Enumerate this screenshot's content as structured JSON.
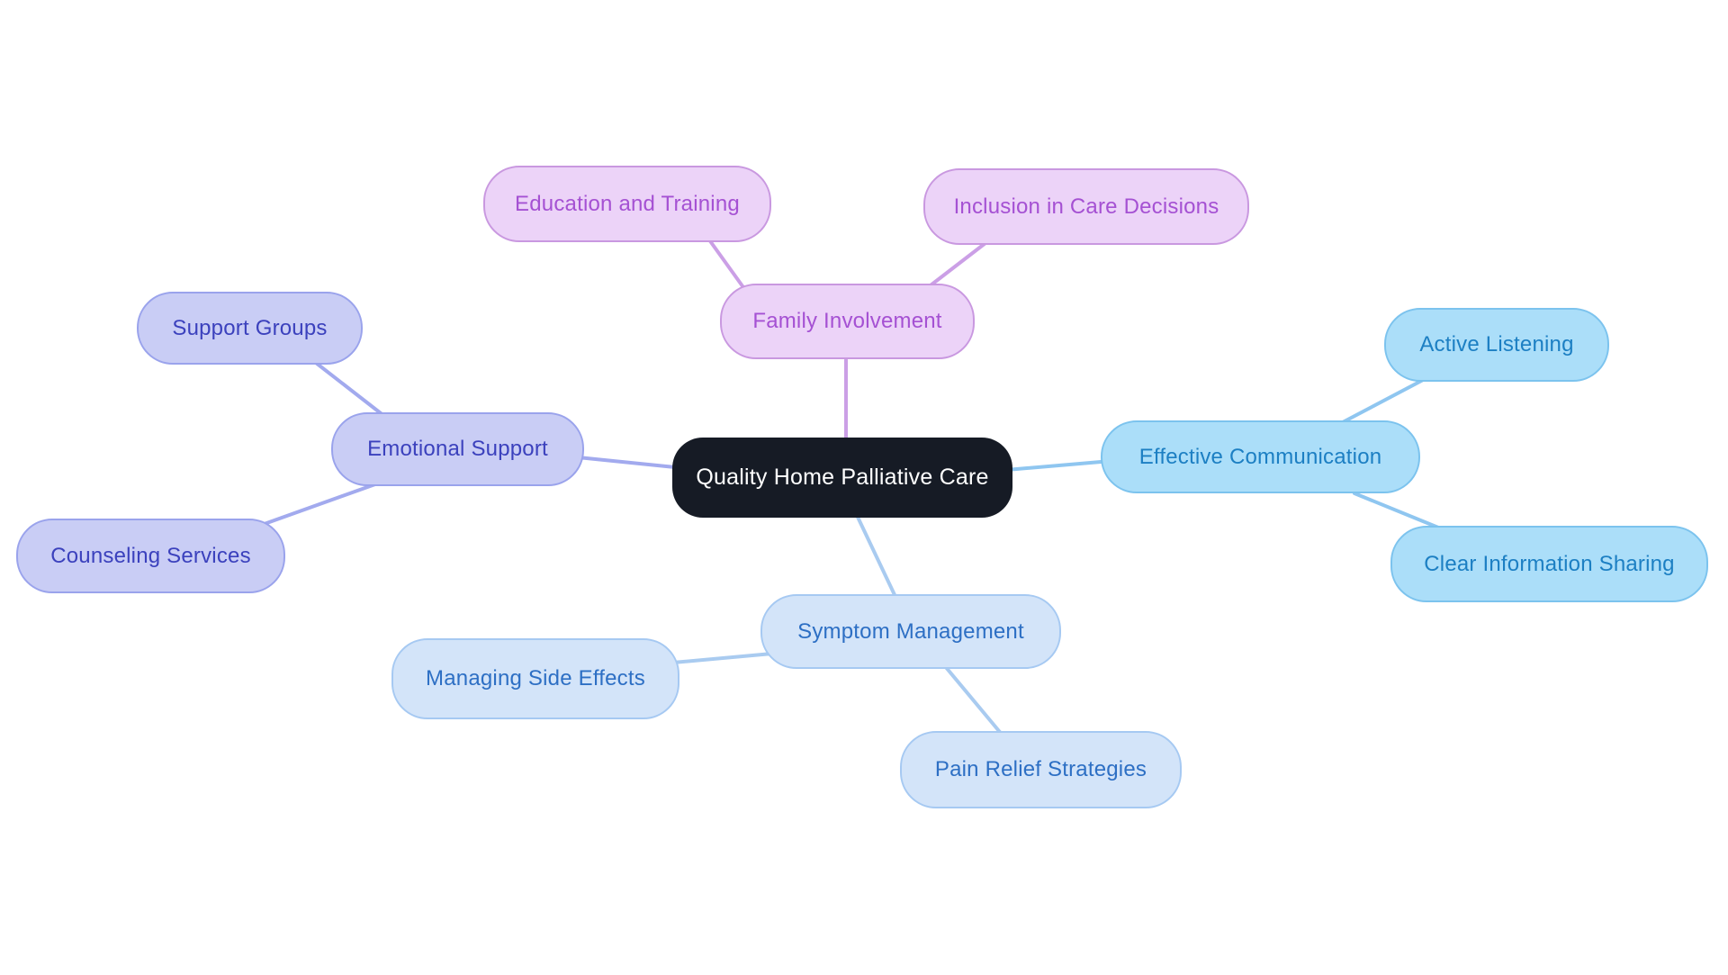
{
  "diagram": {
    "type": "mind-map",
    "background": "#ffffff",
    "center": {
      "label": "Quality Home Palliative Care",
      "fill": "#161b25",
      "text_color": "#ffffff"
    },
    "branches": [
      {
        "label": "Family Involvement",
        "fill": "#ecd3f8",
        "border": "#c998e0",
        "text_color": "#a551d3",
        "line_color": "#cb9fe6",
        "children": [
          {
            "label": "Education and Training"
          },
          {
            "label": "Inclusion in Care Decisions"
          }
        ]
      },
      {
        "label": "Emotional Support",
        "fill": "#c9cdf5",
        "border": "#9aa3ec",
        "text_color": "#3b41bd",
        "line_color": "#a2aaee",
        "children": [
          {
            "label": "Support Groups"
          },
          {
            "label": "Counseling Services"
          }
        ]
      },
      {
        "label": "Effective Communication",
        "fill": "#abdef9",
        "border": "#7cc3ee",
        "text_color": "#1c7fc3",
        "line_color": "#8fc6f0",
        "children": [
          {
            "label": "Active Listening"
          },
          {
            "label": "Clear Information Sharing"
          }
        ]
      },
      {
        "label": "Symptom Management",
        "fill": "#d3e4f9",
        "border": "#a6c9f2",
        "text_color": "#2d6fc4",
        "line_color": "#a9cbf0",
        "children": [
          {
            "label": "Managing Side Effects"
          },
          {
            "label": "Pain Relief Strategies"
          }
        ]
      }
    ]
  }
}
